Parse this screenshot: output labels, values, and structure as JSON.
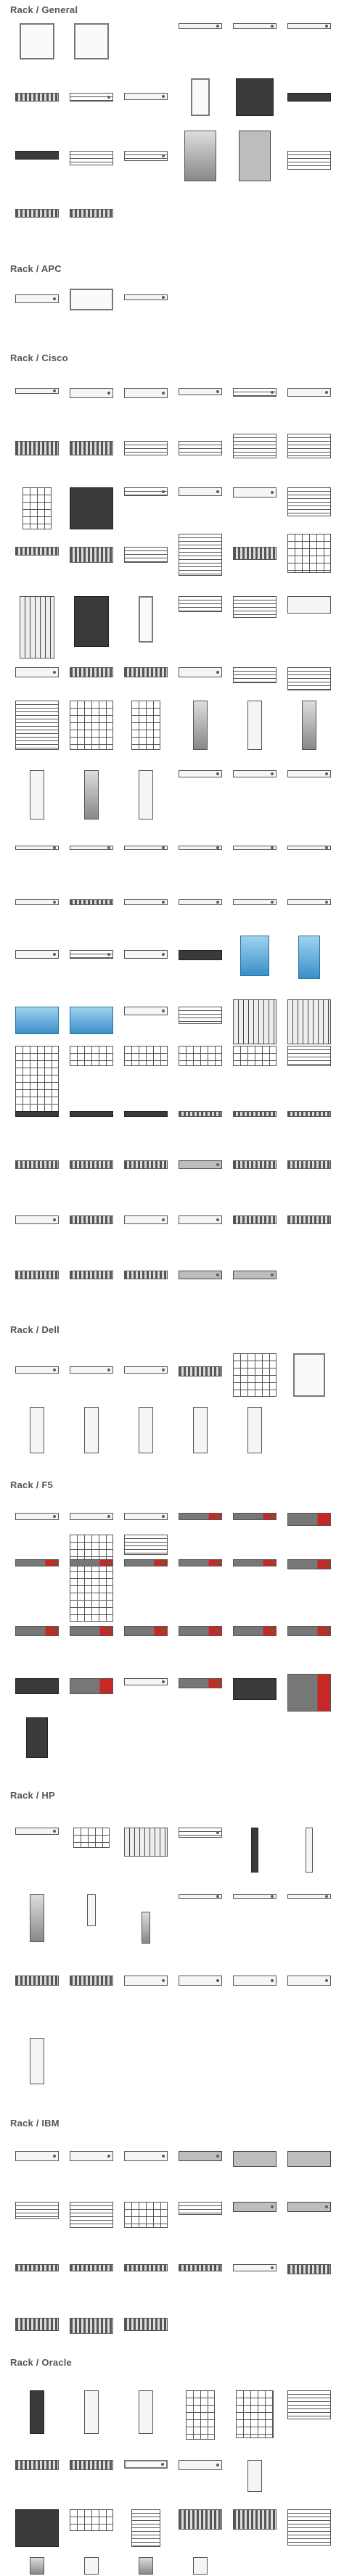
{
  "sections": [
    {
      "title": "Rack / General"
    },
    {
      "title": "Rack / APC"
    },
    {
      "title": "Rack / Cisco"
    },
    {
      "title": "Rack / Dell"
    },
    {
      "title": "Rack / F5"
    },
    {
      "title": "Rack / HP"
    },
    {
      "title": "Rack / IBM"
    },
    {
      "title": "Rack / Oracle"
    }
  ]
}
